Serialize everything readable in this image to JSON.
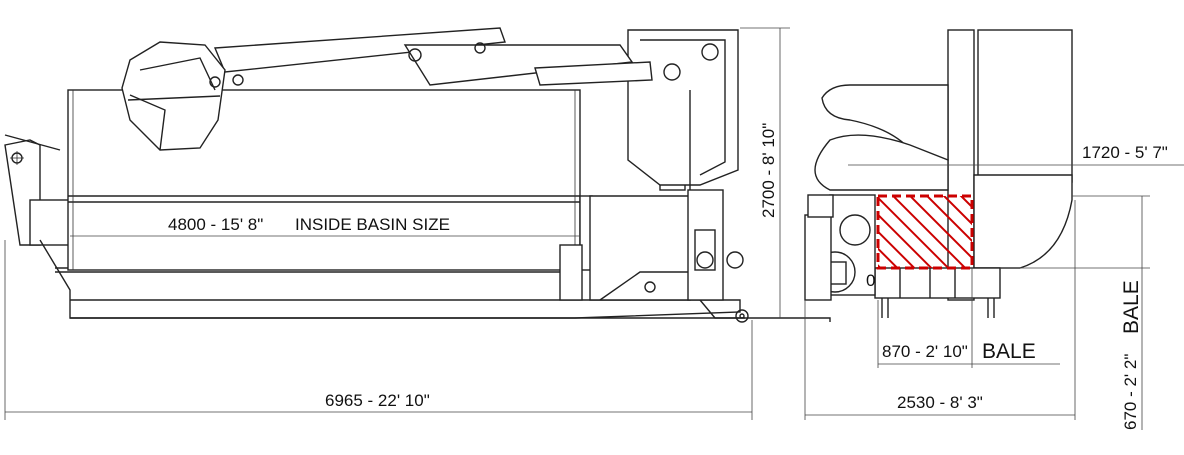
{
  "dimensions": {
    "total_length": "6965 - 22' 10\"",
    "inside_basin": "4800 - 15' 8\"",
    "inside_basin_caption": "INSIDE BASIN SIZE",
    "height": "2700 - 8' 10\"",
    "overall_width": "2530 - 8' 3\"",
    "upper_width": "1720 - 5' 7\"",
    "bale_width": "870 - 2' 10\"",
    "bale_label": "BALE",
    "bale_height": "670 - 2' 2\"",
    "bale_height_label": "BALE",
    "zero_mark": "0"
  },
  "colors": {
    "bale_outline": "#cc0000",
    "line": "#222222"
  }
}
